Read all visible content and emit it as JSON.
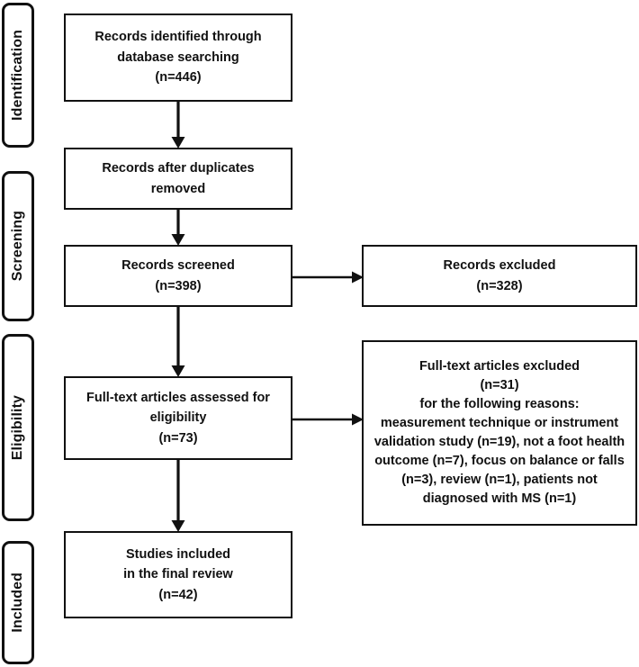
{
  "diagram": {
    "type": "prisma-flow-diagram",
    "colors": {
      "stroke": "#111111",
      "background": "#ffffff",
      "text": "#111111"
    },
    "stages": [
      {
        "id": "identification",
        "label": "Identification"
      },
      {
        "id": "screening",
        "label": "Screening"
      },
      {
        "id": "eligibility",
        "label": "Eligibility"
      },
      {
        "id": "included",
        "label": "Included"
      }
    ],
    "boxes": {
      "records_identified": {
        "id": "records-identified",
        "text": "Records identified through\ndatabase searching\n(n=446)",
        "count": 446
      },
      "records_after_duplicates": {
        "id": "records-after-duplicates-removed",
        "text": "Records after duplicates\nremoved"
      },
      "records_screened": {
        "id": "records-screened",
        "text": "Records screened\n(n=398)",
        "count": 398
      },
      "records_excluded": {
        "id": "records-excluded",
        "text": "Records excluded\n(n=328)",
        "count": 328
      },
      "fulltext_assessed": {
        "id": "full-text-articles-assessed",
        "text": "Full-text articles assessed for\neligibility\n(n=73)",
        "count": 73
      },
      "fulltext_excluded": {
        "id": "full-text-articles-excluded",
        "text": "Full-text articles excluded\n(n=31)\nfor the following reasons:\nmeasurement technique or instrument\nvalidation study (n=19), not a foot health\noutcome (n=7), focus on balance or falls\n(n=3), review (n=1), patients not\ndiagnosed with MS (n=1)",
        "count": 31,
        "reasons": [
          {
            "reason": "measurement technique or instrument validation study",
            "n": 19
          },
          {
            "reason": "not a foot health outcome",
            "n": 7
          },
          {
            "reason": "focus on balance or falls",
            "n": 3
          },
          {
            "reason": "review",
            "n": 1
          },
          {
            "reason": "patients not diagnosed with MS",
            "n": 1
          }
        ]
      },
      "studies_included": {
        "id": "studies-included",
        "text": "Studies included\nin the final review\n(n=42)",
        "count": 42
      }
    },
    "connectors": [
      {
        "id": "identified-to-duplicates",
        "direction": "down"
      },
      {
        "id": "duplicates-to-screened",
        "direction": "down"
      },
      {
        "id": "screened-to-fulltext",
        "direction": "down"
      },
      {
        "id": "fulltext-to-included",
        "direction": "down"
      },
      {
        "id": "screened-to-excluded",
        "direction": "right"
      },
      {
        "id": "fulltext-to-fulltext-excluded",
        "direction": "right"
      }
    ]
  }
}
